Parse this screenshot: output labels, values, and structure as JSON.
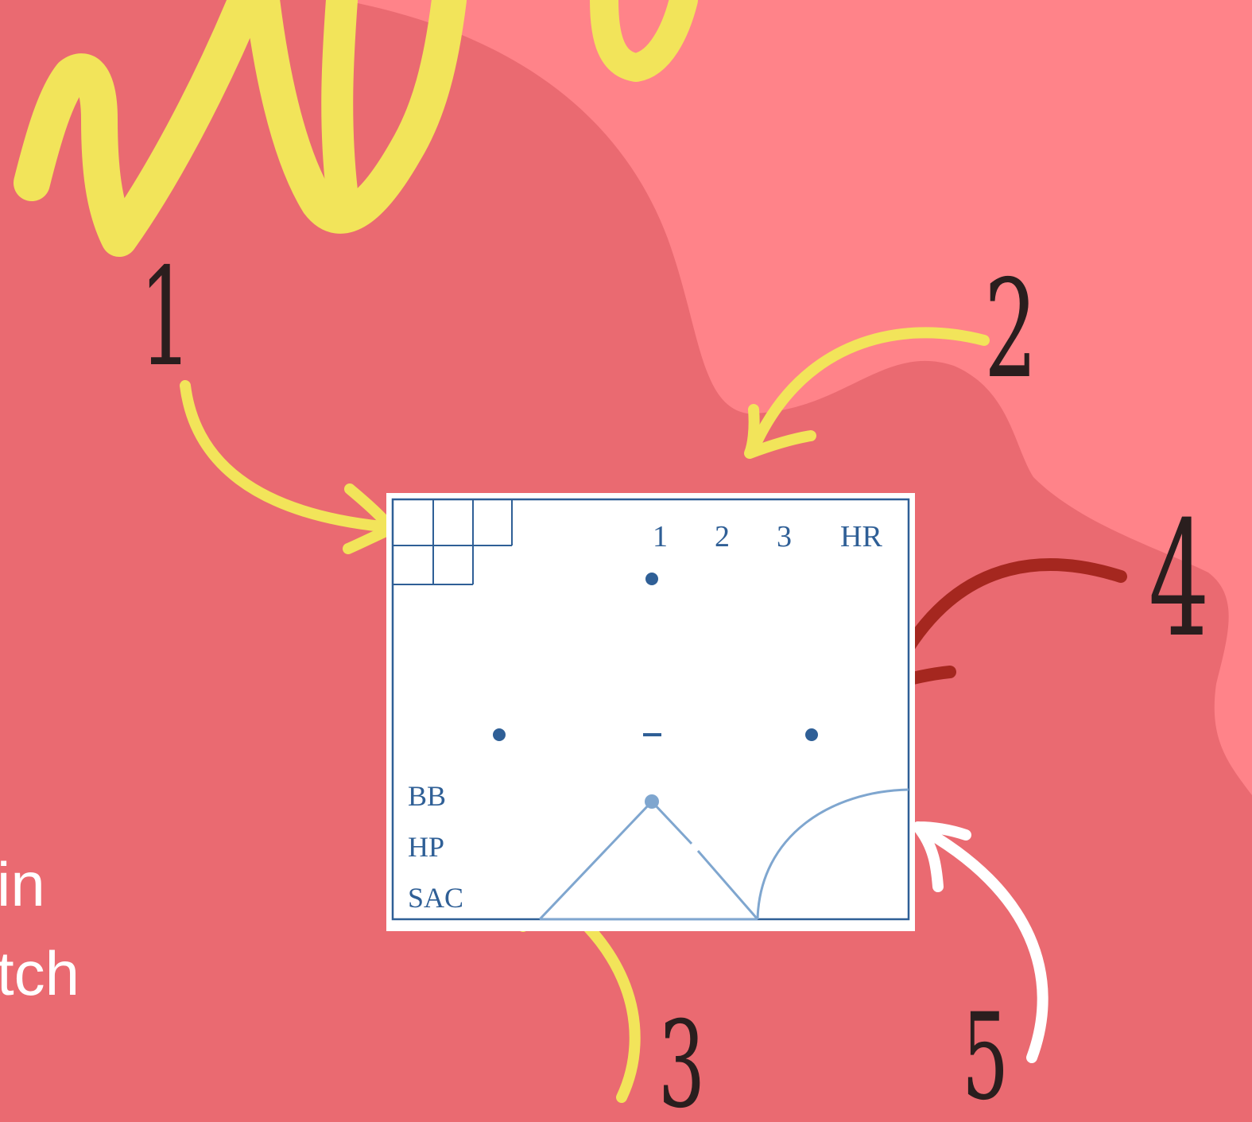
{
  "body_text": {
    "line1": "in",
    "line2": "tch"
  },
  "callouts": {
    "one": "1",
    "two": "2",
    "three": "3",
    "four": "4",
    "five": "5"
  },
  "scorecard": {
    "base_labels": {
      "first": "1",
      "second": "2",
      "third": "3",
      "home_run": "HR"
    },
    "result_labels": {
      "walk": "BB",
      "hit_by_pitch": "HP",
      "sacrifice": "SAC"
    }
  },
  "colors": {
    "background": "#ea6a71",
    "background_light": "#ff8389",
    "scribble_yellow": "#f2e45a",
    "arrow_yellow": "#f2e45a",
    "arrow_darkred": "#a5271f",
    "arrow_white": "#ffffff",
    "callout_text": "#2a1e1e",
    "scorecard_ink": "#2f5f96",
    "scorecard_light_ink": "#7fa6cf"
  }
}
